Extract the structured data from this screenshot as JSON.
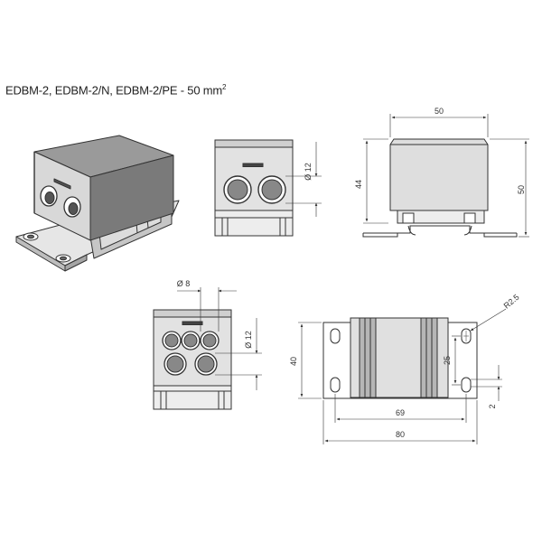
{
  "title": {
    "text": "EDBM-2, EDBM-2/N, EDBM-2/PE - 50 mm",
    "sup": "2"
  },
  "colors": {
    "line": "#333333",
    "body_dark": "#6d6d6d",
    "body_mid": "#9b9b9b",
    "body_light": "#d4d4d4",
    "hole": "#4a4a4a"
  },
  "dimensions": {
    "side_width": "50",
    "side_height_outer": "50",
    "side_height_body": "44",
    "front_hole_dia": "Ø 12",
    "front5_small_dia": "Ø 8",
    "front5_large_dia": "Ø 12",
    "top_length": "80",
    "top_hole_spacing": "69",
    "top_depth": "40",
    "top_slot_spacing": "25",
    "top_slot_width": "2",
    "top_radius": "R2.5"
  }
}
